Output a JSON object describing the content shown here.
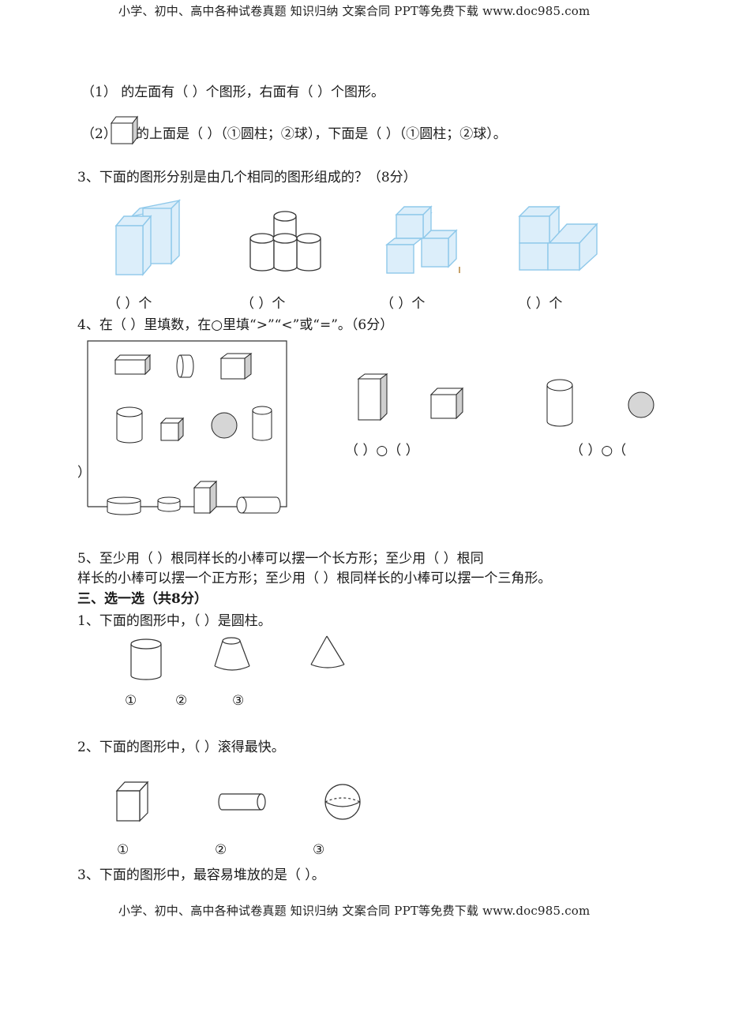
{
  "header": {
    "text": "小学、初中、高中各种试卷真题 知识归纳 文案合同 PPT等免费下载   www.doc985.com"
  },
  "footer": {
    "text": "小学、初中、高中各种试卷真题 知识归纳 文案合同 PPT等免费下载   www.doc985.com"
  },
  "part2": {
    "q1": "（1）      的左面有（       ）个图形，右面有（       ）个图形。",
    "q2_prefix": "（2）",
    "q2_rest": "的上面是（    ）（①圆柱；②球），下面是（    ）（①圆柱；②球）。",
    "q3": {
      "title": "3、下面的图形分别是由几个相同的图形组成的？（8分）",
      "answers": [
        "（      ）个",
        "（         ）个",
        "（       ）个",
        "（       ）个"
      ]
    },
    "q4": {
      "title": "4、在（  ）里填数，在○里填“>”“<”或“=”。（6分）",
      "compare_left": "（          ）○（          ）",
      "compare_right": "（          ）○（",
      "stray_paren": "）"
    },
    "q5": {
      "line1": "5、至少用（          ）根同样长的小棒可以摆一个长方形；至少用（          ）根同",
      "line2": "样长的小棒可以摆一个正方形；至少用（        ）根同样长的小棒可以摆一个三角形。"
    }
  },
  "part3": {
    "title": "三、选一选（共8分）",
    "q1": {
      "text": "1、下面的图形中，（         ）是圆柱。",
      "options": [
        "①",
        "②",
        "③"
      ]
    },
    "q2": {
      "text": "2、下面的图形中，（         ）滚得最快。",
      "options": [
        "①",
        "②",
        "③"
      ]
    },
    "q3": {
      "text": "3、下面的图形中，最容易堆放的是（        ）。"
    }
  },
  "colors": {
    "block_fill": "#dceefa",
    "block_stroke": "#8ec8ea",
    "shade": "#cfcfcf",
    "sphere": "#d6d6d6"
  }
}
